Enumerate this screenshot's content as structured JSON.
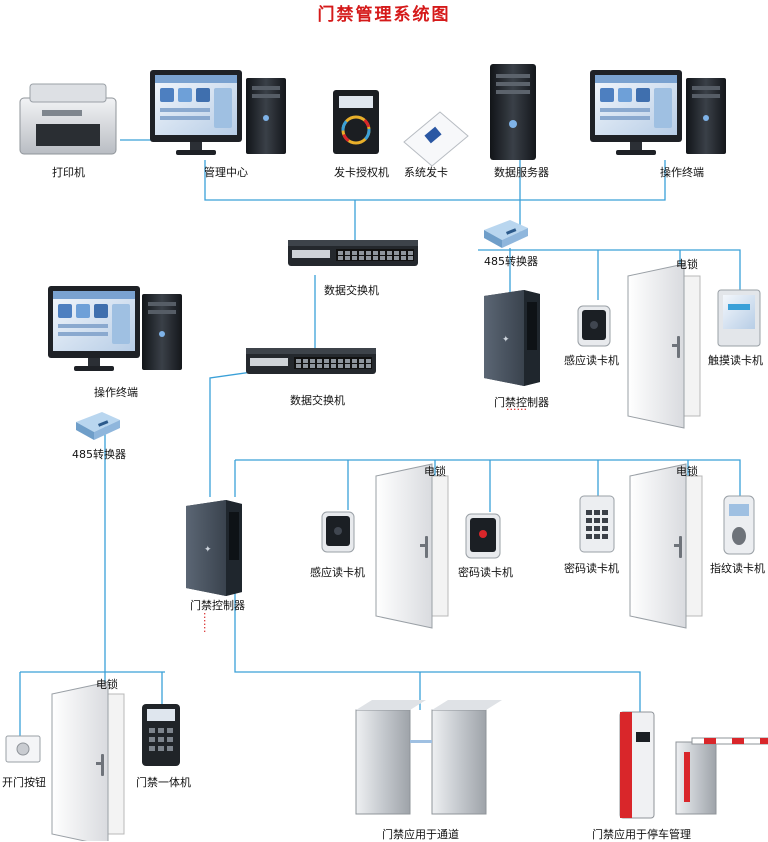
{
  "title": "门禁管理系统图",
  "labels": {
    "printer": "打印机",
    "mgmt_center": "管理中心",
    "card_issuer": "发卡授权机",
    "system_card": "系统发卡",
    "data_server": "数据服务器",
    "op_terminal_top": "操作终端",
    "op_terminal_left": "操作终端",
    "switch_top": "数据交换机",
    "switch_mid": "数据交换机",
    "conv_485_top": "485转换器",
    "conv_485_left": "485转换器",
    "lock_a": "电锁",
    "lock_b": "电锁",
    "lock_c": "电锁",
    "lock_d": "电锁",
    "controller_top": "门禁控制器",
    "controller_mid": "门禁控制器",
    "prox_reader_a": "感应读卡机",
    "touch_reader": "触摸读卡机",
    "prox_reader_b": "感应读卡机",
    "pin_reader_a": "密码读卡机",
    "pin_reader_b": "密码读卡机",
    "fingerprint_reader": "指纹读卡机",
    "exit_button": "开门按钮",
    "integrated_unit": "门禁一体机",
    "turnstile": "门禁应用于通道",
    "parking": "门禁应用于停车管理"
  },
  "dots": "......",
  "colors": {
    "title": "#d51a1a",
    "wire": "#3aa0d8",
    "metal": "#c8ccd2",
    "dark": "#1d2228",
    "screen": "#dfe9f5",
    "red": "#d9262a"
  }
}
